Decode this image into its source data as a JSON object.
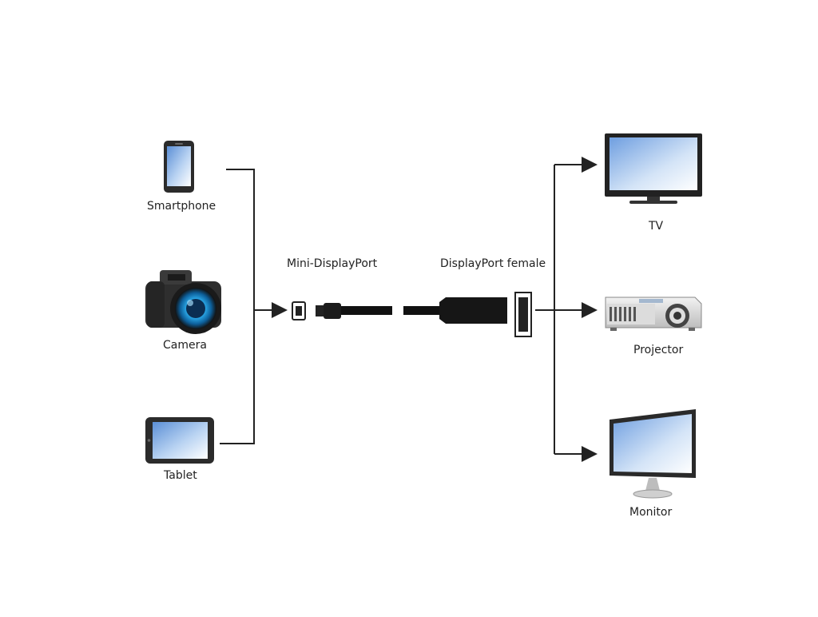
{
  "sources": [
    {
      "label": "Smartphone",
      "icon": "smartphone-icon"
    },
    {
      "label": "Camera",
      "icon": "camera-icon"
    },
    {
      "label": "Tablet",
      "icon": "tablet-icon"
    }
  ],
  "adapter": {
    "input_label": "Mini-DisplayPort",
    "output_label": "DisplayPort female",
    "input_icon": "mini-displayport-plug-icon",
    "output_icon": "displayport-female-socket-icon"
  },
  "targets": [
    {
      "label": "TV",
      "icon": "tv-icon"
    },
    {
      "label": "Projector",
      "icon": "projector-icon"
    },
    {
      "label": "Monitor",
      "icon": "monitor-icon"
    }
  ],
  "colors": {
    "line": "#222222",
    "screen": "#8fb6e8",
    "device_body": "#2b2b2b",
    "lens": "#2aa8e8"
  }
}
